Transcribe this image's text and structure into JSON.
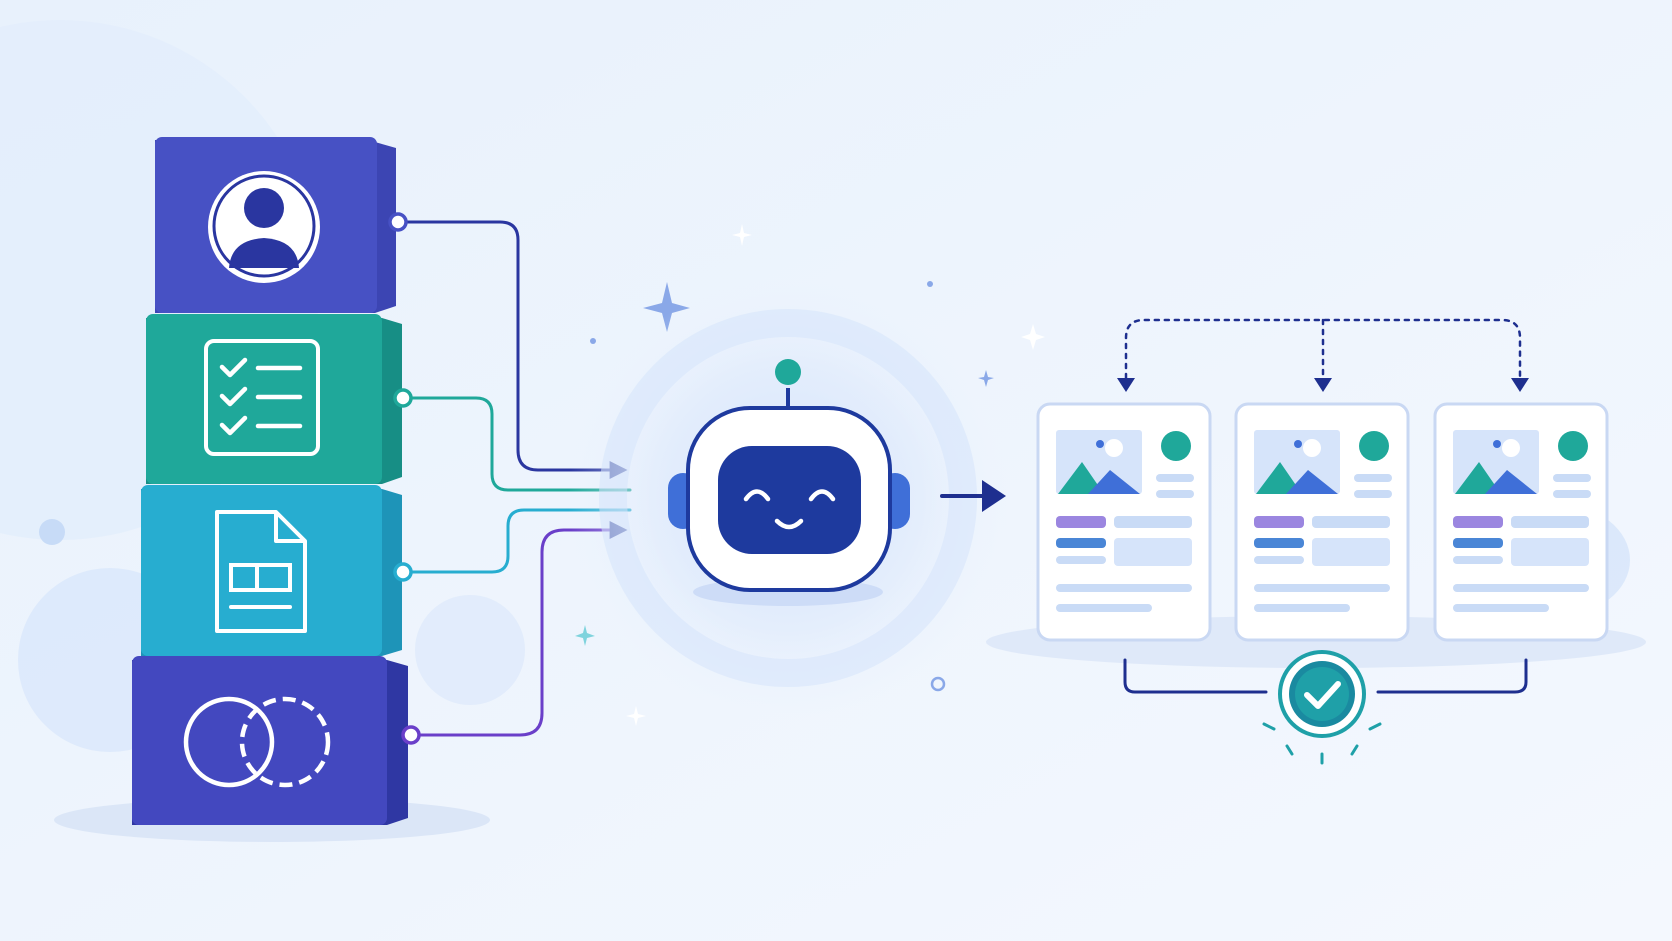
{
  "diagram": {
    "kind": "pipeline",
    "inputs": [
      {
        "id": "user-profile",
        "icon": "user-profile-icon",
        "color": "#4751c4"
      },
      {
        "id": "checklist",
        "icon": "checklist-icon",
        "color": "#1fa89a"
      },
      {
        "id": "document",
        "icon": "document-layout-icon",
        "color": "#27add0"
      },
      {
        "id": "overlap",
        "icon": "overlapping-circles-icon",
        "color": "#4348bf"
      }
    ],
    "processor": {
      "icon": "smiling-robot-icon",
      "color": "#1e3a9e"
    },
    "outputs": [
      {
        "id": "card-1",
        "icon": "content-card-icon"
      },
      {
        "id": "card-2",
        "icon": "content-card-icon"
      },
      {
        "id": "card-3",
        "icon": "content-card-icon"
      }
    ],
    "validation": {
      "icon": "check-badge-icon",
      "color": "#1fa0a8"
    },
    "colors": {
      "navy": "#1e2f8f",
      "teal": "#1fa89a",
      "cyan": "#27add0",
      "purple": "#6a3fc9",
      "indigo": "#4751c4",
      "background": "#f1f6fd"
    }
  }
}
